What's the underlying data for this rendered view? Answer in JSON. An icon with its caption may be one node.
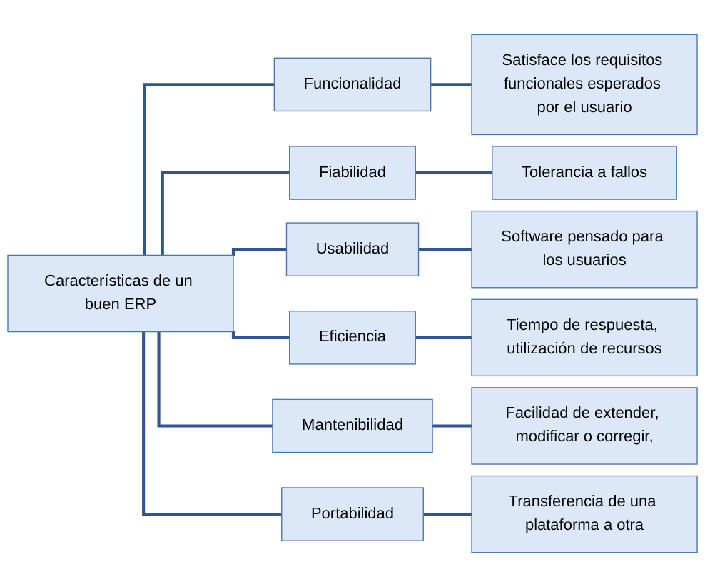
{
  "diagram": {
    "nodes": [
      {
        "text": [
          "Características de un buen ERP"
        ]
      },
      {
        "text": [
          "Funcionalidad"
        ]
      },
      {
        "text": [
          "Satisface los requisitos funcionales esperados por el usuario"
        ]
      },
      {
        "text": [
          "Fiabilidad"
        ]
      },
      {
        "text": [
          "Tolerancia a fallos"
        ]
      },
      {
        "text": [
          "Usabilidad"
        ]
      },
      {
        "text": [
          "Software pensado para los usuarios"
        ]
      },
      {
        "text": [
          "Eficiencia"
        ]
      },
      {
        "text": [
          "Tiempo de respuesta, utilización de recursos"
        ]
      },
      {
        "text": [
          "Mantenibilidad"
        ]
      },
      {
        "text": [
          "Facilidad de extender, modificar o corregir,"
        ]
      },
      {
        "text": [
          "Portabilidad"
        ]
      },
      {
        "text": [
          "Transferencia de una plataforma a otra"
        ]
      }
    ],
    "edges": [
      {
        "from": 0,
        "to": 1,
        "arrow": "none"
      },
      {
        "from": 1,
        "to": 2,
        "arrow": "none"
      },
      {
        "from": 0,
        "to": 3,
        "arrow": "none"
      },
      {
        "from": 3,
        "to": 4,
        "arrow": "none"
      },
      {
        "from": 0,
        "to": 5,
        "arrow": "none"
      },
      {
        "from": 5,
        "to": 6,
        "arrow": "none"
      },
      {
        "from": 0,
        "to": 7,
        "arrow": "none"
      },
      {
        "from": 7,
        "to": 8,
        "arrow": "none"
      },
      {
        "from": 0,
        "to": 9,
        "arrow": "none"
      },
      {
        "from": 9,
        "to": 10,
        "arrow": "none"
      },
      {
        "from": 0,
        "to": 11,
        "arrow": "none"
      },
      {
        "from": 11,
        "to": 12,
        "arrow": "none"
      }
    ]
  }
}
